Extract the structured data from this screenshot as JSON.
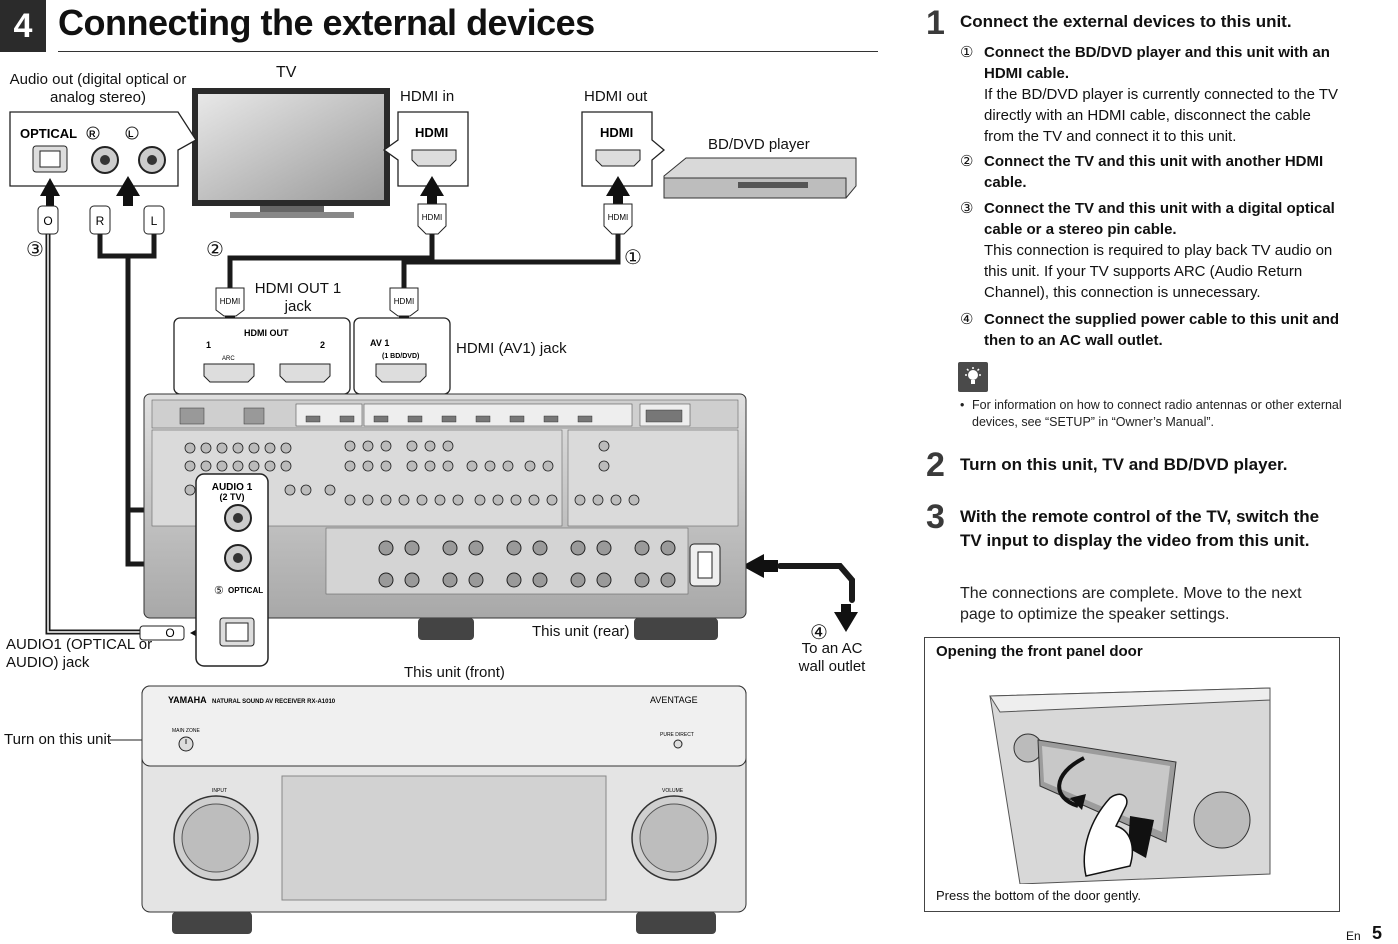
{
  "header": {
    "chapter_number": "4",
    "title": "Connecting the external devices"
  },
  "diagram": {
    "audio_out_label": "Audio out (digital optical or analog stereo)",
    "tv_label": "TV",
    "hdmi_in_label": "HDMI in",
    "hdmi_out_label": "HDMI out",
    "bd_label": "BD/DVD player",
    "optical_port": "OPTICAL",
    "port_r": "R",
    "port_l": "L",
    "hdmi_port": "HDMI",
    "plug_o": "O",
    "plug_r": "R",
    "plug_l": "L",
    "plug_hdmi": "HDMI",
    "num_1": "①",
    "num_2": "②",
    "num_3": "③",
    "num_4": "④",
    "num_5": "⑤",
    "hdmi_out1_label": "HDMI OUT 1 jack",
    "hdmi_av1_label": "HDMI (AV1) jack",
    "hdmi_out_panel": "HDMI OUT",
    "hdmi_out_1": "1",
    "hdmi_out_2": "2",
    "arc": "ARC",
    "av1_panel": "AV 1",
    "av1_sub": "(1 BD/DVD)",
    "audio1_panel": "AUDIO 1",
    "audio1_sub": "(2 TV)",
    "optical_panel": "OPTICAL",
    "rear_label": "This unit (rear)",
    "front_label": "This unit (front)",
    "ac_label": "To an AC wall outlet",
    "audio1_jack_label": "AUDIO1 (OPTICAL or AUDIO) jack",
    "turn_on_label": "Turn on this unit",
    "brand": "YAMAHA",
    "model": "NATURAL SOUND AV RECEIVER  RX-A1010",
    "aventage": "AVENTAGE",
    "main_zone": "MAIN ZONE",
    "pure_direct": "PURE DIRECT",
    "input": "INPUT",
    "volume": "VOLUME"
  },
  "steps": [
    {
      "number": "1",
      "title": "Connect the external devices to this unit."
    },
    {
      "number": "2",
      "title": "Turn on this unit, TV and BD/DVD player."
    },
    {
      "number": "3",
      "title": "With the remote control of the TV, switch the TV input to display the video from this unit.",
      "body": "The connections are complete. Move to the next page to optimize the speaker settings."
    }
  ],
  "substeps": [
    {
      "n": "①",
      "title": "Connect the BD/DVD player and this unit with an HDMI cable.",
      "body": "If the BD/DVD player is currently connected to the TV directly with an HDMI cable, disconnect the cable from the TV and connect it to this unit."
    },
    {
      "n": "②",
      "title": "Connect the TV and this unit with another HDMI cable.",
      "body": ""
    },
    {
      "n": "③",
      "title": "Connect the TV and this unit with a digital optical cable or a stereo pin cable.",
      "body": "This connection is required to play back TV audio on this unit. If your TV supports ARC (Audio Return Channel), this connection is unnecessary."
    },
    {
      "n": "④",
      "title": "Connect the supplied power cable to this unit and then to an AC wall outlet.",
      "body": ""
    }
  ],
  "note": "For information on how to connect radio antennas or other external devices, see “SETUP” in “Owner’s Manual”.",
  "panel": {
    "title": "Opening the front panel door",
    "caption": "Press the bottom of the door gently."
  },
  "footer": {
    "lang": "En",
    "page": "5"
  }
}
